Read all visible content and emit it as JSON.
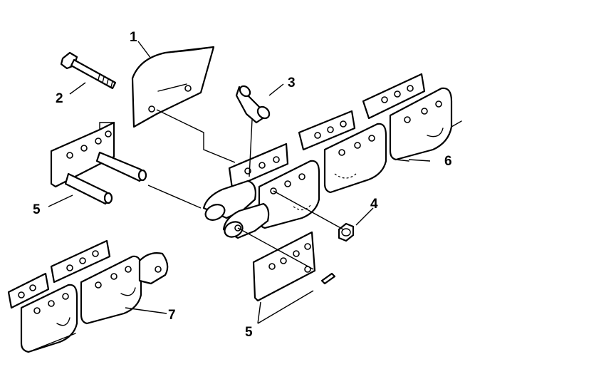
{
  "callouts": [
    {
      "id": "c1",
      "text": "1"
    },
    {
      "id": "c2",
      "text": "2"
    },
    {
      "id": "c3",
      "text": "3"
    },
    {
      "id": "c4",
      "text": "4"
    },
    {
      "id": "c5a",
      "text": "5"
    },
    {
      "id": "c5b",
      "text": "5"
    },
    {
      "id": "c6",
      "text": "6"
    },
    {
      "id": "c7",
      "text": "7"
    }
  ],
  "colors": {
    "line": "#000000",
    "background": "#ffffff"
  }
}
